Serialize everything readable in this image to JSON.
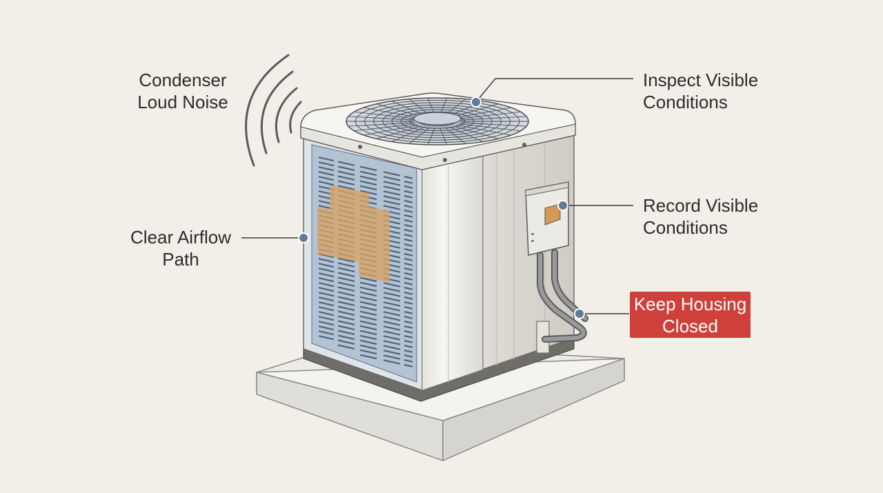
{
  "labels": {
    "condenser": [
      "Condenser",
      "Loud Noise"
    ],
    "inspect": [
      "Inspect Visible",
      "Conditions"
    ],
    "record": [
      "Record Visible",
      "Conditions"
    ],
    "airflow": [
      "Clear Airflow",
      "Path"
    ],
    "keep_closed": [
      "Keep Housing",
      "Closed"
    ]
  },
  "colors": {
    "background": "#f1efe8",
    "unit_body": "#f4f3ee",
    "grille": "#aebfd2",
    "rust": "#d6a364",
    "callout_dot": "#5e7b9a",
    "warning": "#d0403a"
  },
  "icons": [
    "sound-wave-icon",
    "fan-grille-icon",
    "disconnect-box-icon"
  ]
}
